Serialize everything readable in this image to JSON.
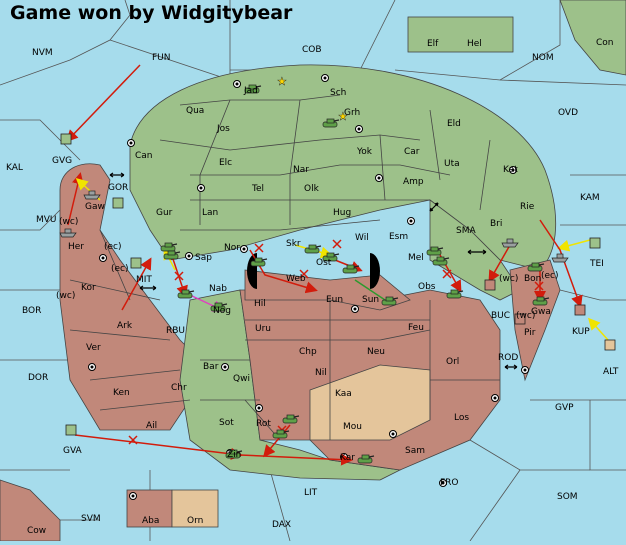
{
  "title": "Game won by Widgitybear",
  "icons": {
    "supply_center": "supply-center-icon",
    "army": "army-tank-icon",
    "fleet": "fleet-ship-icon",
    "star": "star-icon"
  },
  "colors": {
    "sea": "#a6dcec",
    "green_power": "#9dc18a",
    "red_power": "#c1887a",
    "tan_power": "#e4c59b",
    "move_arrow": "#d21c0c",
    "support_arrow": "#f0e400",
    "convoy_arrow": "#e040c0",
    "hold_arrow": "#2d9a2d"
  },
  "sea_labels": {
    "nvm": "NVM",
    "fun": "FUN",
    "cob": "COB",
    "nom": "NOM",
    "con": "Con",
    "ovd": "OVD",
    "kal": "KAL",
    "gor": "GOR",
    "kam": "KAM",
    "sma": "SMA",
    "mvu": "MVU",
    "tei": "TEI",
    "mit": "MIT",
    "bor": "BOR",
    "rbu": "RBU",
    "buc": "BUC",
    "rod": "ROD",
    "dor": "DOR",
    "alt": "ALT",
    "gvp": "GVP",
    "gva": "GVA",
    "lit": "LIT",
    "fro": "FRO",
    "som": "SOM",
    "svm": "SVM",
    "dax": "DAX",
    "cow": "Cow",
    "kup": "KUP",
    "gvg": "GVG"
  },
  "territories": {
    "green": [
      "Jad",
      "Sch",
      "Qua",
      "Grh",
      "Jos",
      "Eld",
      "Can",
      "Yok",
      "Car",
      "Elc",
      "Nar",
      "Uta",
      "Tel",
      "Olk",
      "Amp",
      "Kat",
      "Gur",
      "Lan",
      "Hug",
      "Rie",
      "Bri",
      "Esm",
      "Wil",
      "Skr",
      "Nor",
      "Ost",
      "Sap",
      "Mel",
      "Nab",
      "Web",
      "Eun",
      "Sun",
      "Bar",
      "Sot",
      "Rot",
      "Zin",
      "Kar",
      "Gaw",
      "Elf",
      "Hel"
    ],
    "red": [
      "Her",
      "Kor",
      "Ark",
      "Ver",
      "Ken",
      "Ail",
      "Chr",
      "Hil",
      "Uru",
      "Feu",
      "Chp",
      "Neu",
      "Nil",
      "Obs",
      "Orl",
      "Bon",
      "Gwa",
      "Pir",
      "Los",
      "Sam",
      "Nog",
      "Qwi",
      "Aba"
    ],
    "tan": [
      "Kaa",
      "Mou",
      "Orn"
    ]
  },
  "coast_tags": {
    "wc1": "(wc)",
    "ec1": "(ec)",
    "wc2": "(wc)",
    "ec2": "(ec)",
    "wc3": "(wc)",
    "wc4": "(wc)",
    "ec3": "(ec)"
  },
  "swap_arrow": "⟷"
}
